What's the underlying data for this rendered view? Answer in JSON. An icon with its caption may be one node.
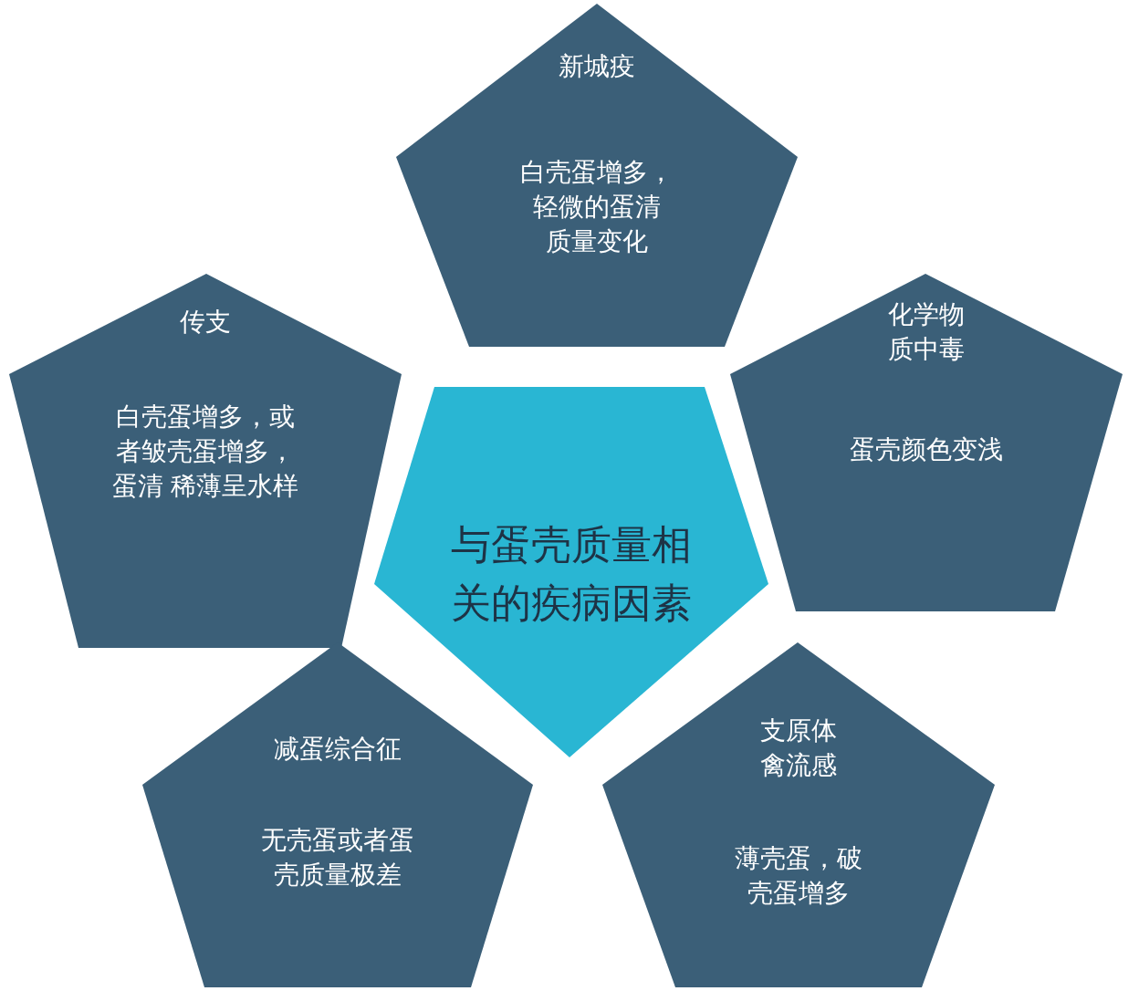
{
  "diagram": {
    "nodes": [
      {
        "text": [
          "新城疫",
          "白壳蛋增多，轻微的蛋清质量变化"
        ]
      },
      {
        "text": [
          "传支",
          "白壳蛋增多，或者皱壳蛋增多，蛋清 稀薄呈水样"
        ]
      },
      {
        "text": [
          "化学物质中毒",
          "蛋壳颜色变浅"
        ]
      },
      {
        "text": [
          "与蛋壳质量相关的疾病因素"
        ]
      },
      {
        "text": [
          "减蛋综合征",
          "无壳蛋或者蛋壳质量极差"
        ]
      },
      {
        "text": [
          "支原体禽流感",
          "薄壳蛋，破壳蛋增多"
        ]
      }
    ]
  }
}
